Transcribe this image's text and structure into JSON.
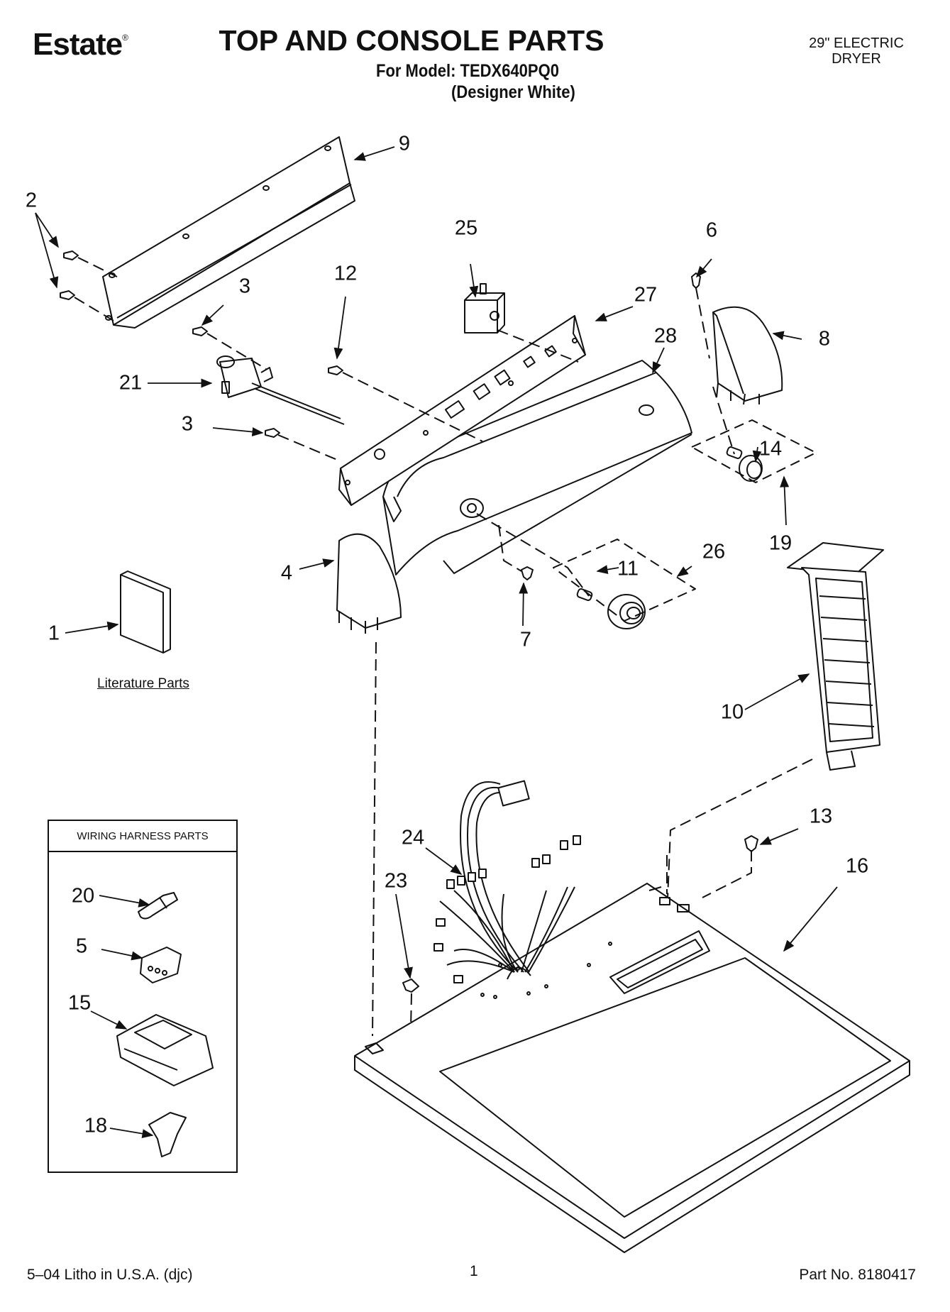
{
  "header": {
    "brand": "Estate",
    "registered": "®",
    "title": "TOP AND CONSOLE PARTS",
    "model_line": "For Model: TEDX640PQ0",
    "variant_line": "(Designer White)",
    "product_line1": "29\" ELECTRIC",
    "product_line2": "DRYER"
  },
  "literature": {
    "caption": "Literature Parts"
  },
  "wiring_box": {
    "title": "WIRING HARNESS PARTS"
  },
  "callouts": {
    "c1": "1",
    "c2": "2",
    "c3a": "3",
    "c3b": "3",
    "c4": "4",
    "c5": "5",
    "c6": "6",
    "c7": "7",
    "c8": "8",
    "c9": "9",
    "c10": "10",
    "c11": "11",
    "c12": "12",
    "c13": "13",
    "c14": "14",
    "c15": "15",
    "c16": "16",
    "c18": "18",
    "c19": "19",
    "c20": "20",
    "c21": "21",
    "c23": "23",
    "c24": "24",
    "c25": "25",
    "c26": "26",
    "c27": "27",
    "c28": "28"
  },
  "footer": {
    "litho": "5–04 Litho in U.S.A. (djc)",
    "page_number": "1",
    "part_number": "Part No. 8180417"
  }
}
